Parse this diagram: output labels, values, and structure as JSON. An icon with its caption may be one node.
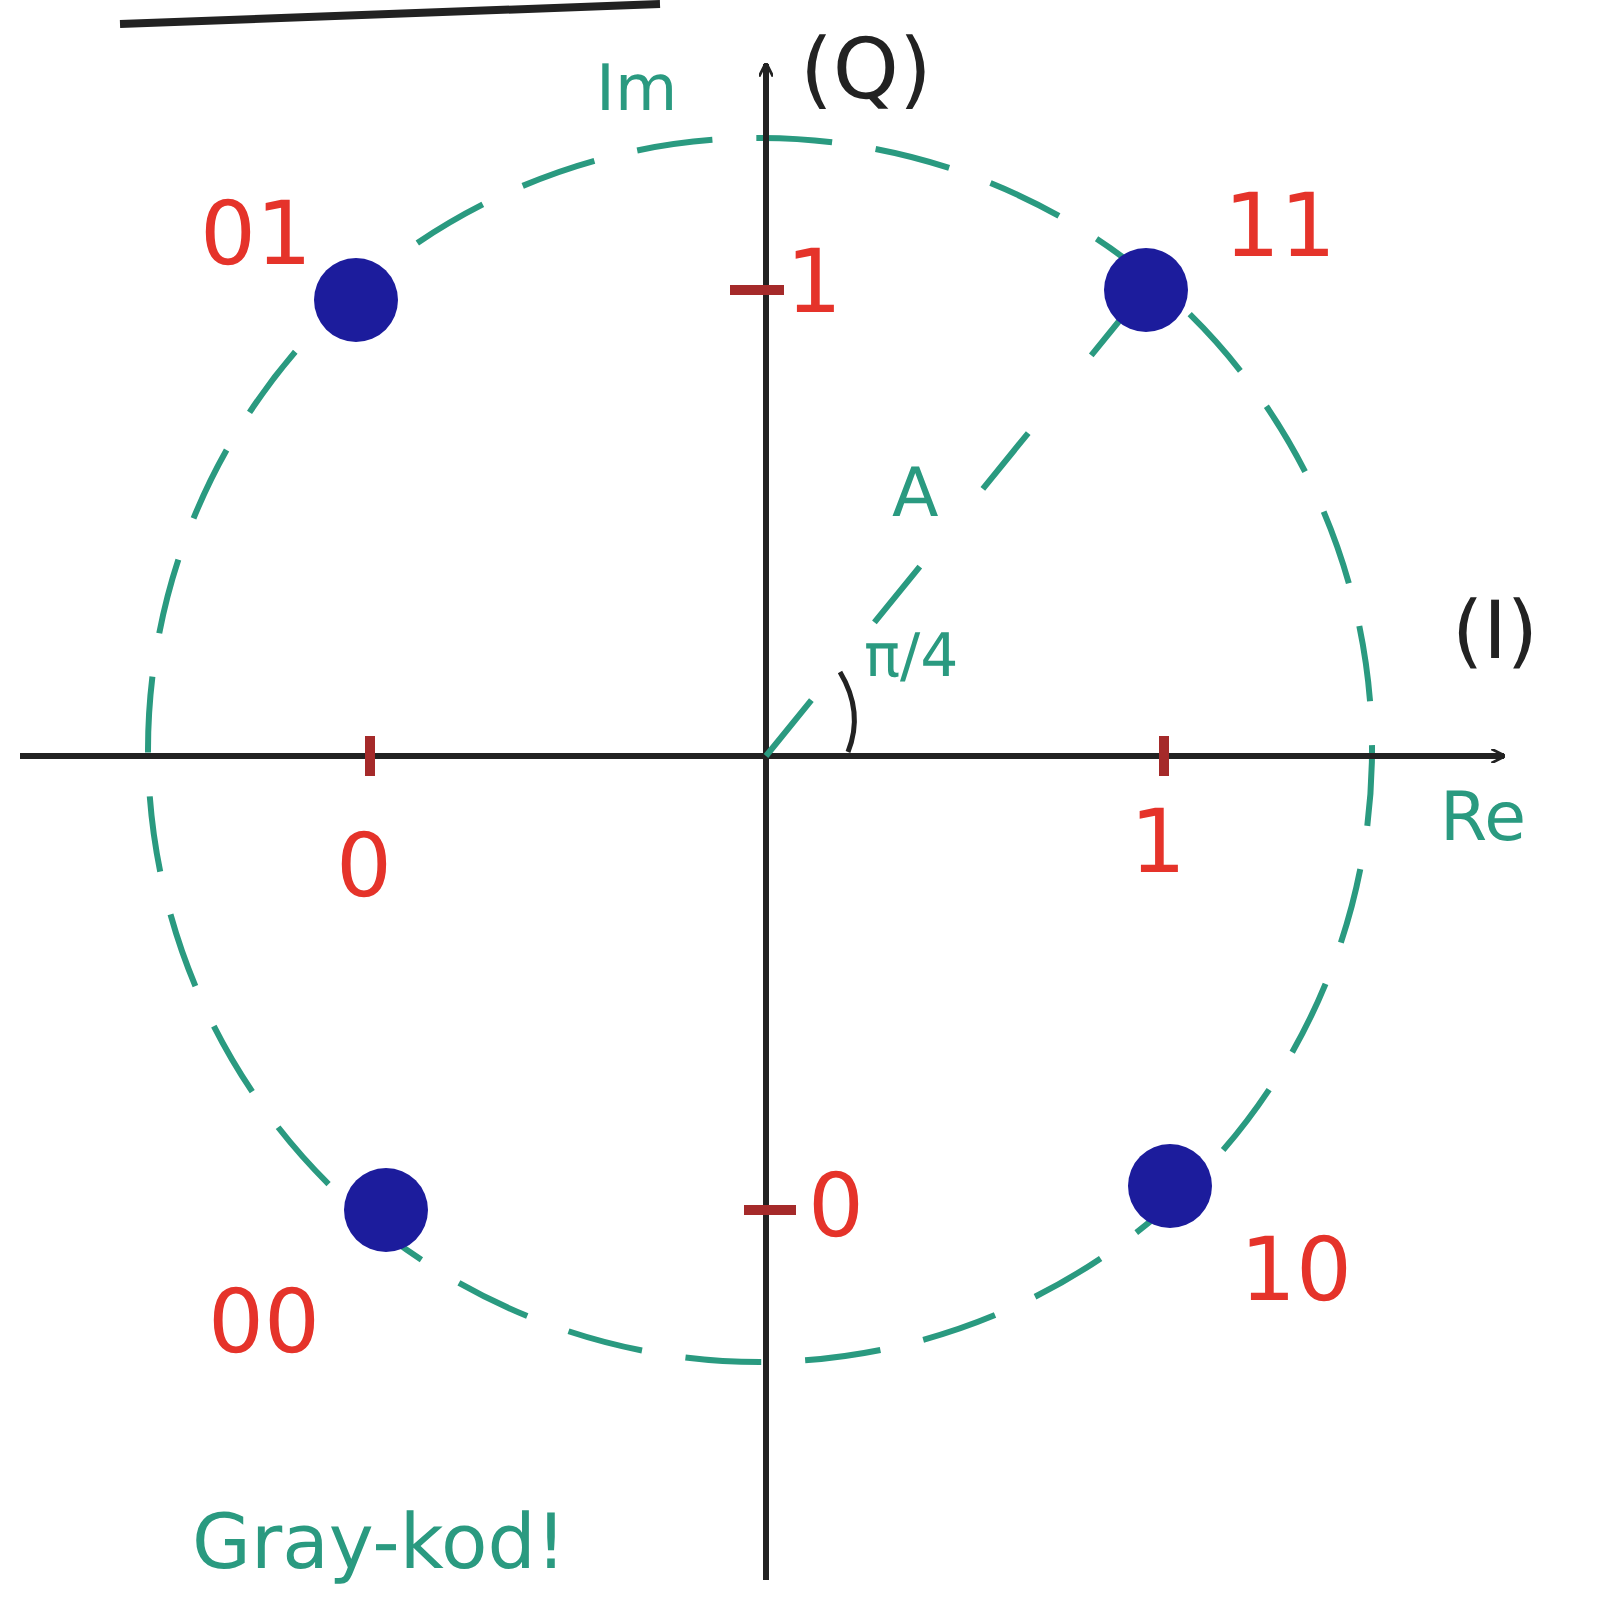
{
  "diagram": {
    "nodes": [
      {
        "text": [],
        "shape": "circle",
        "beside": [
          "01"
        ]
      },
      {
        "text": [],
        "shape": "circle",
        "beside": [
          "11"
        ]
      },
      {
        "text": [],
        "shape": "circle",
        "beside": [
          "00"
        ]
      },
      {
        "text": [],
        "shape": "circle",
        "beside": [
          "10"
        ]
      }
    ],
    "labels": [
      "Im",
      "(Q)",
      "1",
      "A",
      "π/4",
      "(I)",
      "Re",
      "0",
      "1",
      "0",
      "Gray-kod!"
    ]
  }
}
